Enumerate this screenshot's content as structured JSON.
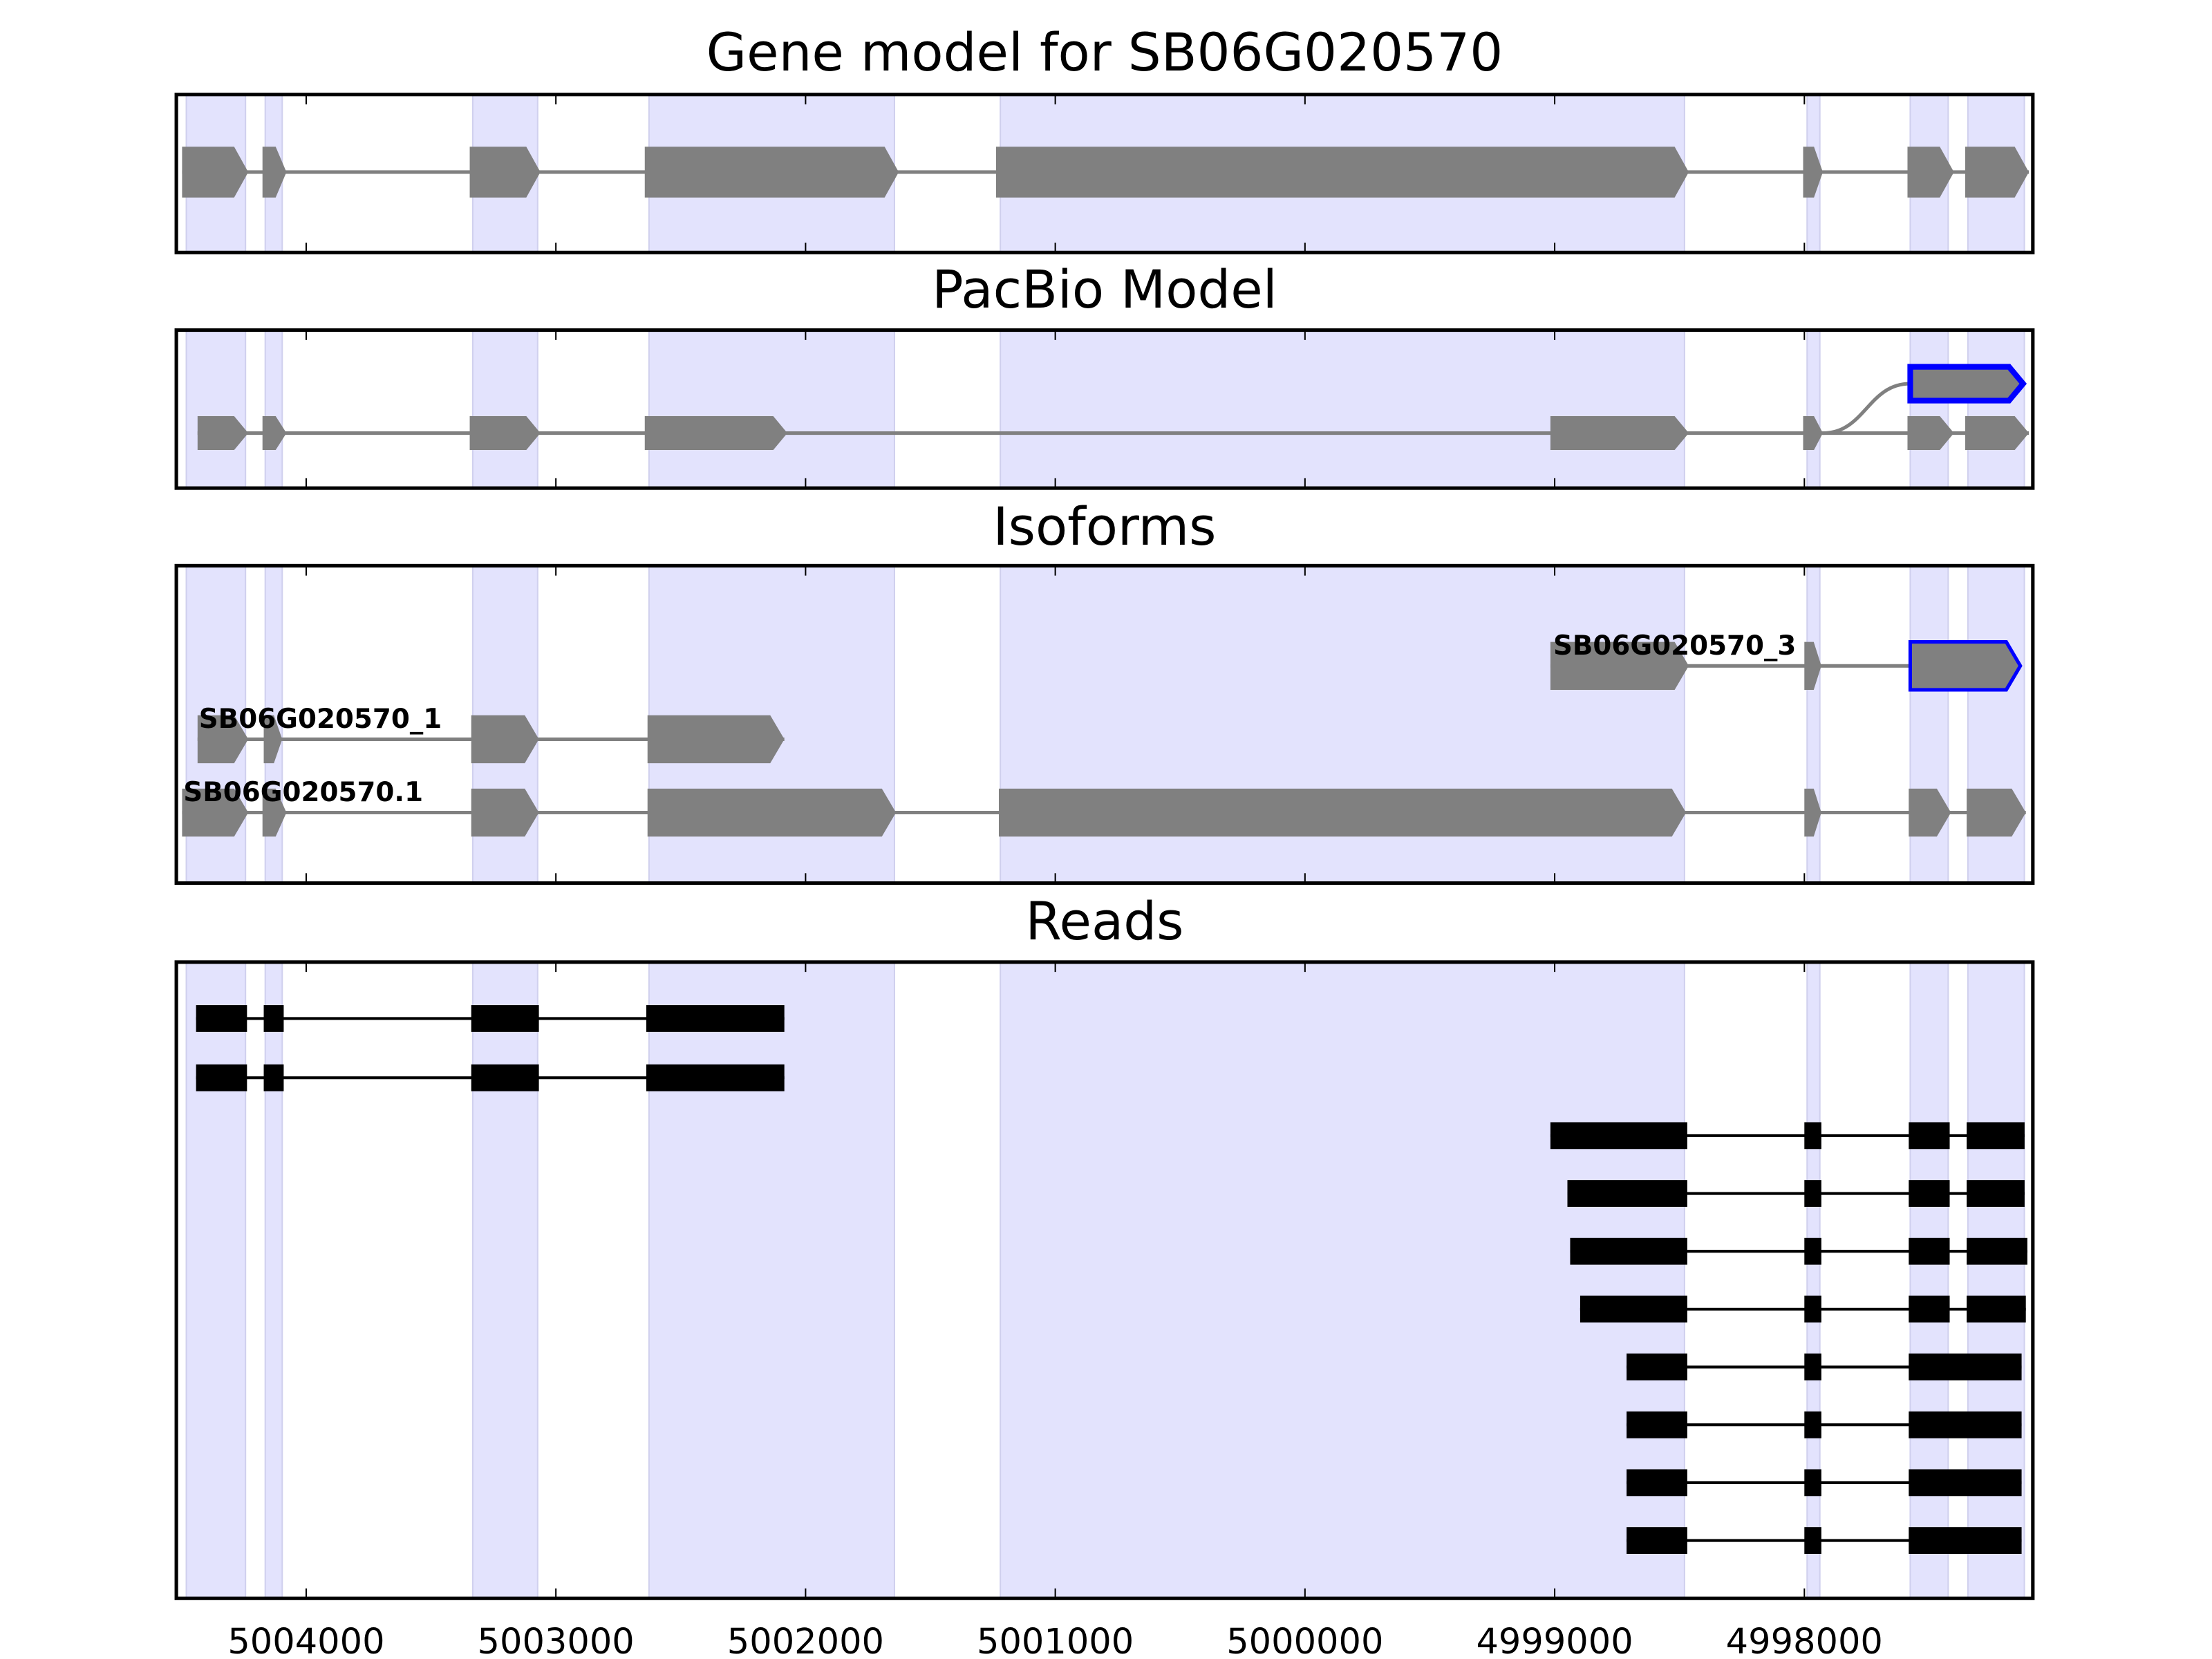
{
  "colors": {
    "shade": "#e3e3fd",
    "shade_edge": "#d0d0ee",
    "exon": "#808080",
    "highlight": "#0000ff",
    "read": "#000000"
  },
  "chart_data": {
    "type": "gene-track",
    "xlim": [
      5004520,
      4997085
    ],
    "xticks": [
      5004000,
      5003000,
      5002000,
      5001000,
      5000000,
      4999000,
      4998000
    ],
    "xtick_labels": [
      "5004000",
      "5003000",
      "5002000",
      "5001000",
      "5000000",
      "4999000",
      "4998000"
    ],
    "shaded_regions": [
      [
        5004480,
        5004243
      ],
      [
        5004164,
        5004096
      ],
      [
        5003333,
        5003073
      ],
      [
        5002627,
        5001644
      ],
      [
        5001220,
        4998480
      ],
      [
        4997989,
        4997938
      ],
      [
        4997576,
        4997424
      ],
      [
        4997345,
        4997119
      ]
    ],
    "panels": [
      {
        "title": "Gene model for SB06G020570",
        "rows": [
          {
            "exons": [
              [
                5004497,
                5004232
              ],
              [
                5004175,
                5004079
              ],
              [
                5003345,
                5003062
              ],
              [
                5002644,
                5001627
              ],
              [
                5001237,
                4998463
              ],
              [
                4998005,
                4997926
              ],
              [
                4997587,
                4997401
              ],
              [
                4997356,
                4997101
              ]
            ]
          }
        ]
      },
      {
        "title": "PacBio Model",
        "rows": [
          {
            "exons": [
              [
                4997576,
                4997124
              ]
            ],
            "highlight": true,
            "connect_from": 4997926
          },
          {
            "exons": [
              [
                5004435,
                5004232
              ],
              [
                5004175,
                5004079
              ],
              [
                5003345,
                5003062
              ],
              [
                5002644,
                5002073
              ],
              [
                4999017,
                4998463
              ],
              [
                4998005,
                4997926
              ],
              [
                4997587,
                4997401
              ],
              [
                4997356,
                4997101
              ]
            ]
          }
        ]
      },
      {
        "title": "Isoforms",
        "rows": [
          {
            "label": "SB06G020570_3",
            "exons": [
              [
                4999017,
                4998463
              ],
              [
                4998000,
                4997932
              ]
            ],
            "highlight_exons": [
              [
                4997576,
                4997135
              ]
            ]
          },
          {
            "label": "SB06G020570_1",
            "exons": [
              [
                5004435,
                5004232
              ],
              [
                5004170,
                5004096
              ],
              [
                5003339,
                5003068
              ],
              [
                5002633,
                5002085
              ]
            ]
          },
          {
            "label": "SB06G020570.1",
            "exons": [
              [
                5004497,
                5004232
              ],
              [
                5004175,
                5004079
              ],
              [
                5003339,
                5003068
              ],
              [
                5002633,
                5001638
              ],
              [
                5001226,
                4998474
              ],
              [
                4998000,
                4997932
              ],
              [
                4997582,
                4997413
              ],
              [
                4997350,
                4997113
              ]
            ]
          }
        ]
      },
      {
        "title": "Reads",
        "rows": [
          {
            "exons": [
              [
                5004441,
                5004237
              ],
              [
                5004170,
                5004090
              ],
              [
                5003339,
                5003068
              ],
              [
                5002638,
                5002085
              ]
            ]
          },
          {
            "exons": [
              [
                5004441,
                5004237
              ],
              [
                5004170,
                5004090
              ],
              [
                5003339,
                5003068
              ],
              [
                5002638,
                5002085
              ]
            ]
          },
          {
            "exons": [
              [
                4999017,
                4998469
              ],
              [
                4998000,
                4997932
              ],
              [
                4997582,
                4997418
              ],
              [
                4997350,
                4997118
              ]
            ]
          },
          {
            "exons": [
              [
                4998949,
                4998469
              ],
              [
                4998000,
                4997932
              ],
              [
                4997582,
                4997418
              ],
              [
                4997350,
                4997118
              ]
            ]
          },
          {
            "exons": [
              [
                4998938,
                4998469
              ],
              [
                4998000,
                4997932
              ],
              [
                4997582,
                4997418
              ],
              [
                4997350,
                4997107
              ]
            ]
          },
          {
            "exons": [
              [
                4998898,
                4998469
              ],
              [
                4998000,
                4997932
              ],
              [
                4997582,
                4997418
              ],
              [
                4997350,
                4997113
              ]
            ]
          },
          {
            "exons": [
              [
                4998712,
                4998469
              ],
              [
                4998000,
                4997932
              ],
              [
                4997582,
                4997130
              ]
            ]
          },
          {
            "exons": [
              [
                4998712,
                4998469
              ],
              [
                4998000,
                4997932
              ],
              [
                4997582,
                4997130
              ]
            ]
          },
          {
            "exons": [
              [
                4998712,
                4998469
              ],
              [
                4998000,
                4997932
              ],
              [
                4997582,
                4997130
              ]
            ]
          },
          {
            "exons": [
              [
                4998712,
                4998469
              ],
              [
                4998000,
                4997932
              ],
              [
                4997582,
                4997130
              ]
            ]
          }
        ]
      }
    ]
  }
}
